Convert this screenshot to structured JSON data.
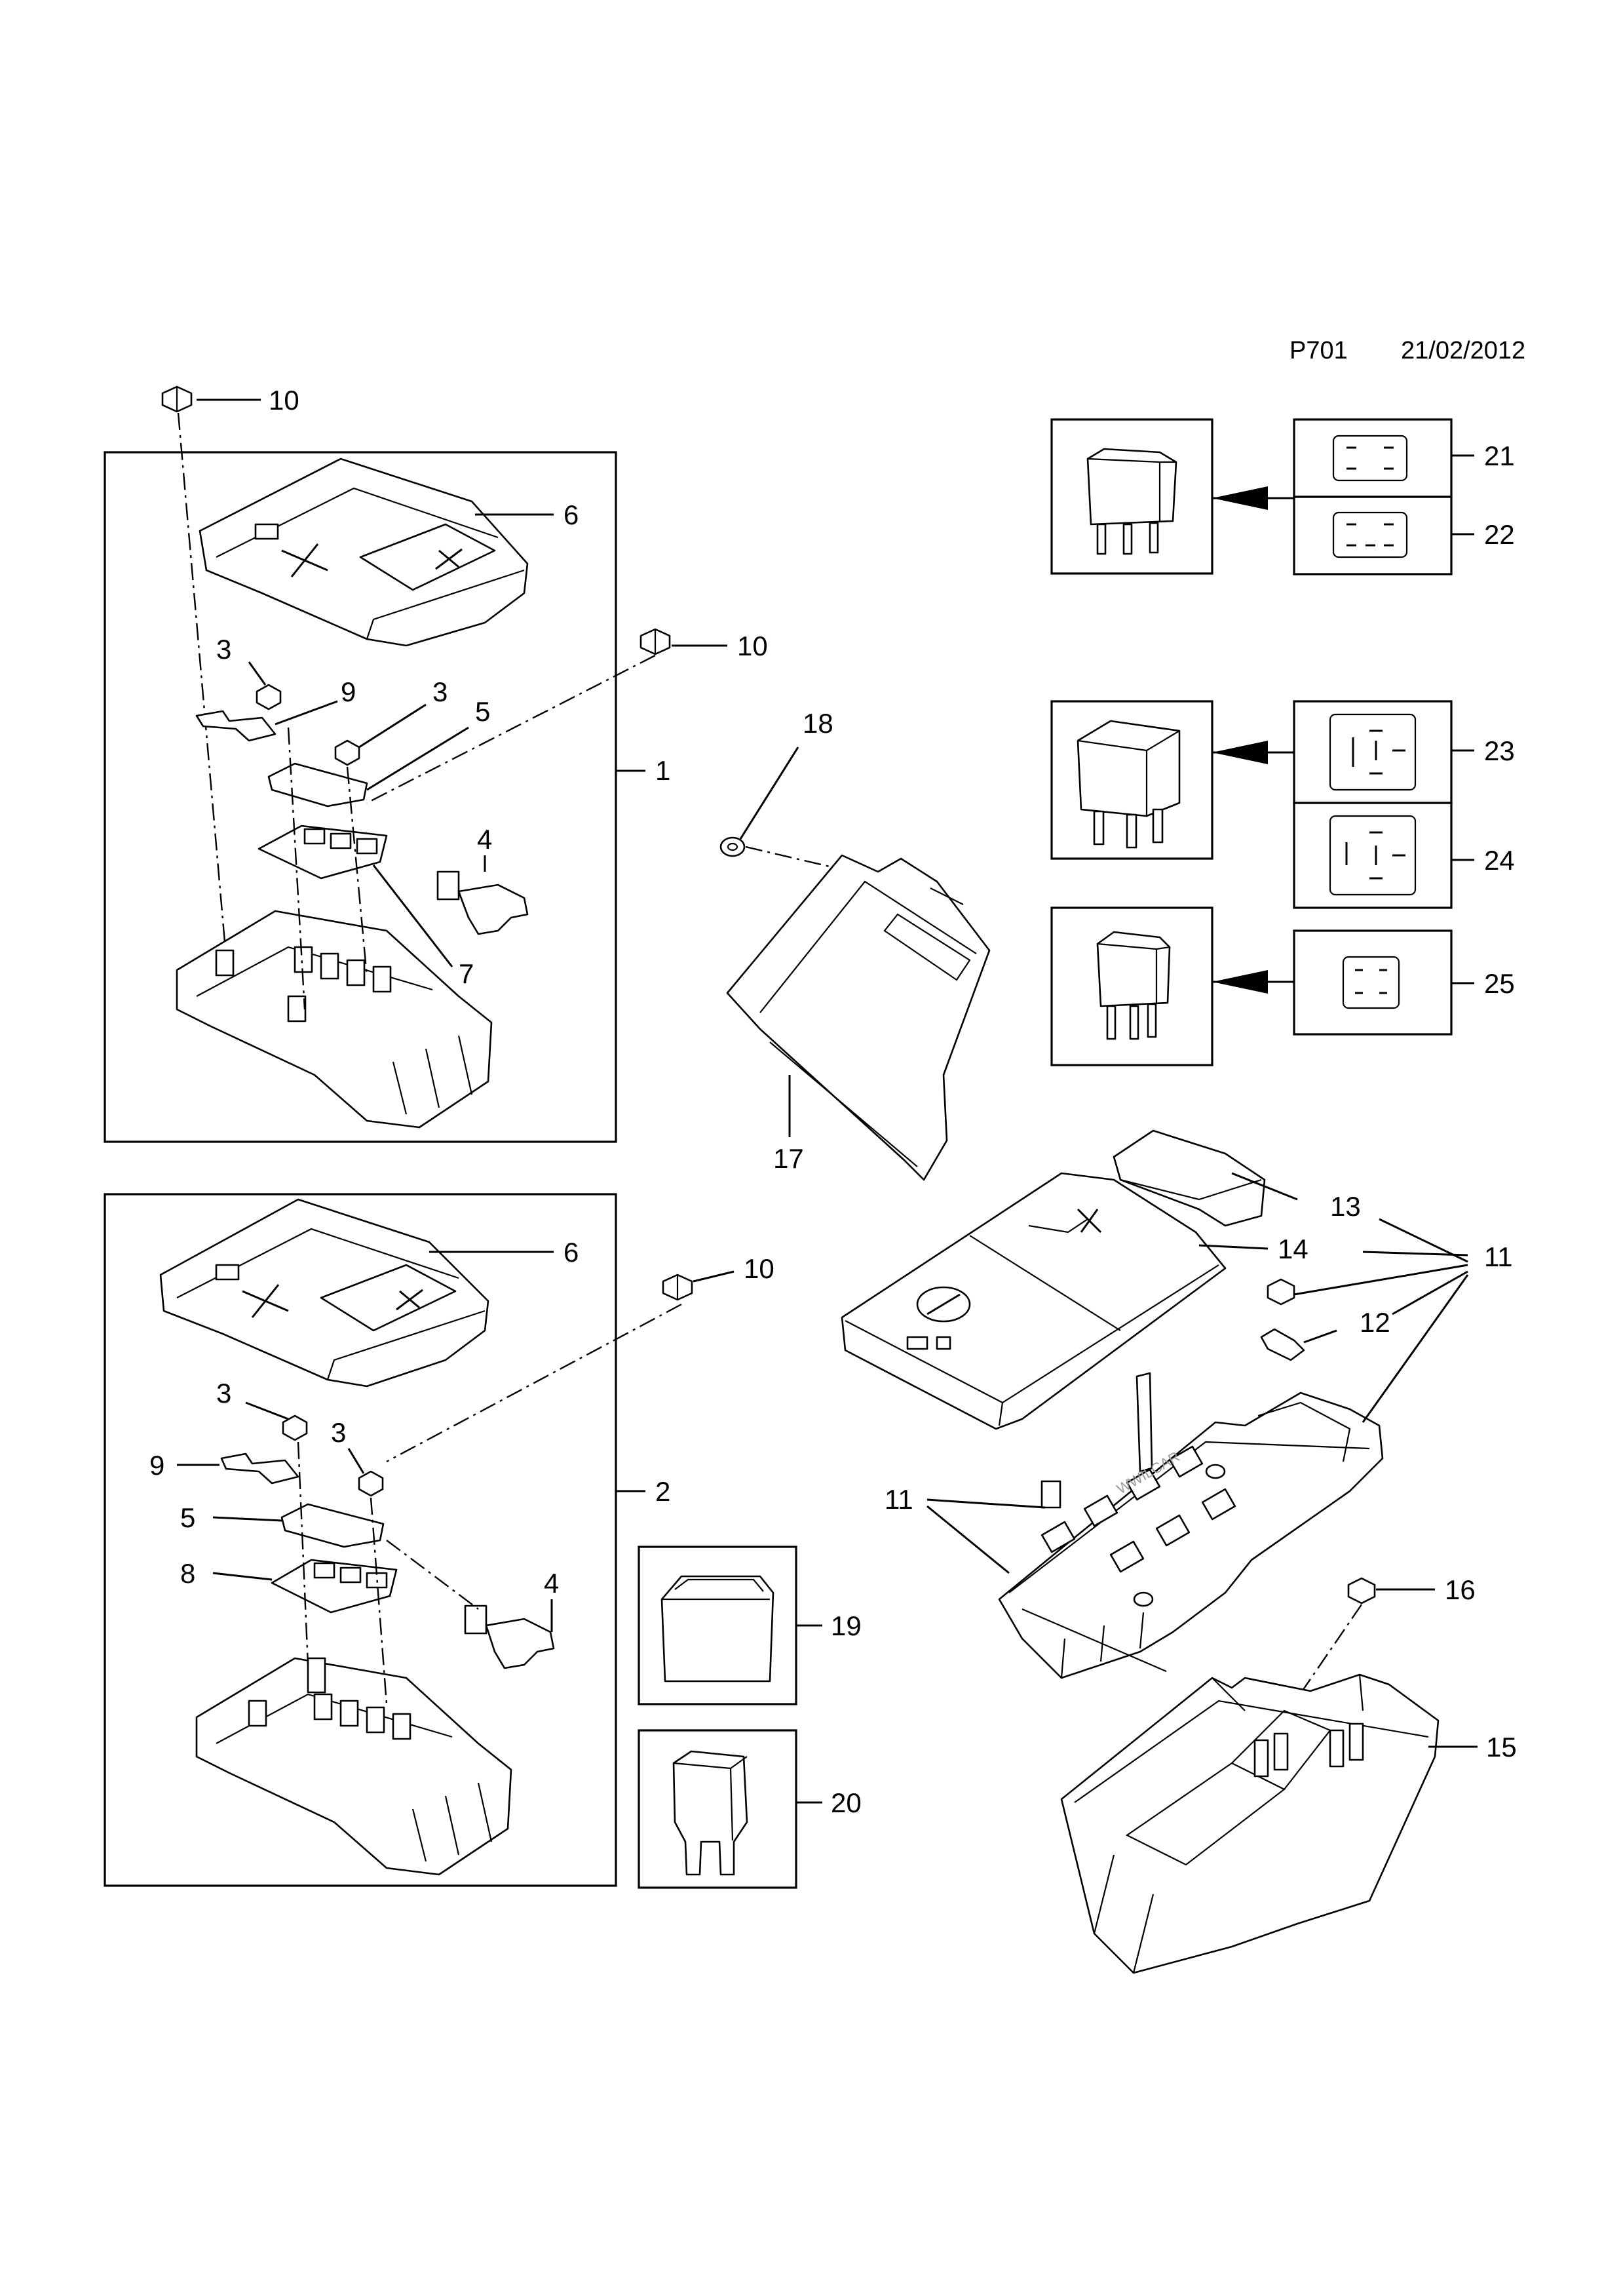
{
  "header": {
    "page_code": "P701",
    "date": "21/02/2012"
  },
  "callouts": {
    "c10a": "10",
    "c6a": "6",
    "c3a": "3",
    "c9a": "9",
    "c3b": "3",
    "c5a": "5",
    "c4a": "4",
    "c7": "7",
    "c1": "1",
    "c10b": "10",
    "c18": "18",
    "c17": "17",
    "c6b": "6",
    "c10c": "10",
    "c3c": "3",
    "c3d": "3",
    "c9b": "9",
    "c5b": "5",
    "c8": "8",
    "c4b": "4",
    "c2": "2",
    "c19": "19",
    "c20": "20",
    "c21": "21",
    "c22": "22",
    "c23": "23",
    "c24": "24",
    "c25": "25",
    "c13": "13",
    "c14": "14",
    "c11a": "11",
    "c12": "12",
    "c11b": "11",
    "c16": "16",
    "c15": "15"
  }
}
